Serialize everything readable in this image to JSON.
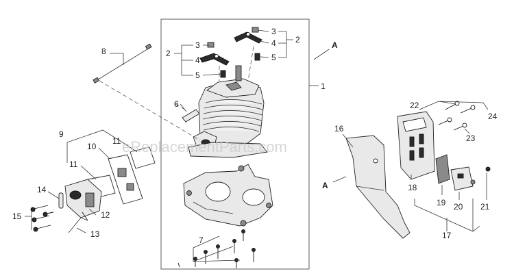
{
  "watermark": "eReplacementParts.com",
  "letters": {
    "a_top": "A",
    "a_bottom": "A"
  },
  "callouts": {
    "c1": "1",
    "c2_left": "2",
    "c2_right": "2",
    "c3_left": "3",
    "c3_right": "3",
    "c4_left": "4",
    "c4_right": "4",
    "c5_left": "5",
    "c5_right": "5",
    "c6": "6",
    "c7": "7",
    "c8": "8",
    "c9": "9",
    "c10": "10",
    "c11_top": "11",
    "c11_bottom": "11",
    "c12": "12",
    "c13": "13",
    "c14": "14",
    "c15": "15",
    "c16": "16",
    "c17": "17",
    "c18": "18",
    "c19": "19",
    "c20": "20",
    "c21": "21",
    "c22": "22",
    "c23": "23",
    "c24": "24"
  }
}
